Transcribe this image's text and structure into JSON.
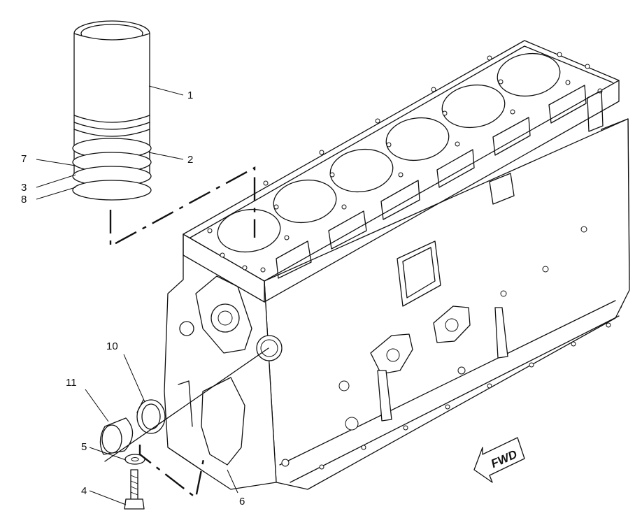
{
  "callouts": [
    {
      "id": "1",
      "text": "1"
    },
    {
      "id": "2",
      "text": "2"
    },
    {
      "id": "3",
      "text": "3"
    },
    {
      "id": "4",
      "text": "4"
    },
    {
      "id": "5",
      "text": "5"
    },
    {
      "id": "6",
      "text": "6"
    },
    {
      "id": "7",
      "text": "7"
    },
    {
      "id": "8",
      "text": "8"
    },
    {
      "id": "10",
      "text": "10"
    },
    {
      "id": "11",
      "text": "11"
    }
  ],
  "direction_arrow": {
    "label": "FWD"
  }
}
